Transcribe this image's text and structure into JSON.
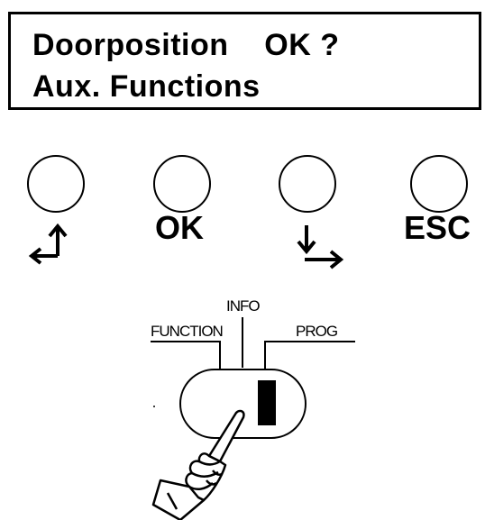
{
  "display": {
    "line1": "Doorposition    OK ?",
    "line2": "Aux. Functions"
  },
  "keys": {
    "ok_label": "OK",
    "esc_label": "ESC"
  },
  "selector_switch": {
    "function_label": "FUNCTION",
    "info_label": "INFO",
    "prog_label": "PROG",
    "selected_position": "PROG"
  },
  "icons": {
    "key_up_left": "arrow-up-left-icon",
    "key_down_right": "arrow-down-right-icon",
    "pointer": "pointing-hand-icon"
  }
}
